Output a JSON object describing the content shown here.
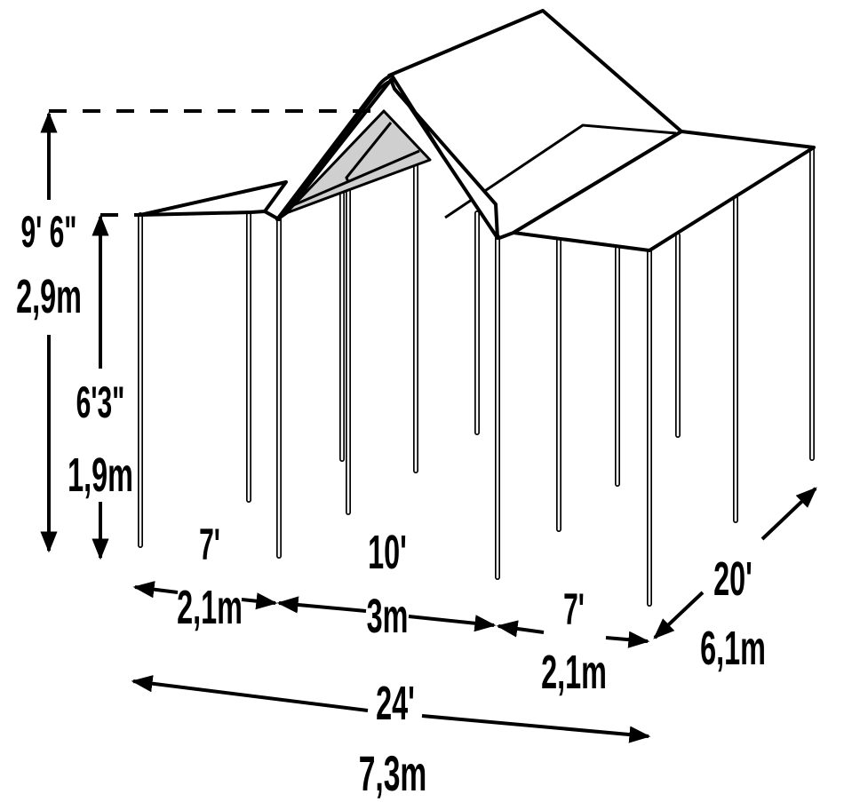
{
  "diagram": {
    "subject": "Canopy with two side extension wings — dimension drawing",
    "colors": {
      "line": "#000000",
      "background": "#ffffff",
      "gable_shade": "#cfcfcf"
    },
    "dimensions": {
      "peak_height": {
        "imperial": "9' 6\"",
        "metric": "2,9m"
      },
      "eave_height": {
        "imperial": "6'3\"",
        "metric": "1,9m"
      },
      "left_wing_width": {
        "imperial": "7'",
        "metric": "2,1m"
      },
      "center_width": {
        "imperial": "10'",
        "metric": "3m"
      },
      "right_wing_width": {
        "imperial": "7'",
        "metric": "2,1m"
      },
      "total_width": {
        "imperial": "24'",
        "metric": "7,3m"
      },
      "depth": {
        "imperial": "20'",
        "metric": "6,1m"
      }
    }
  }
}
